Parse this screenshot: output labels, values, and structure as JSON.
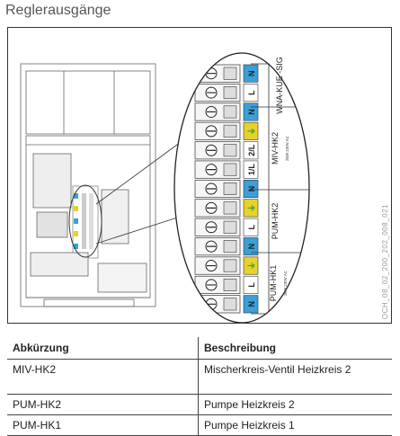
{
  "page": {
    "title": "Reglerausgänge"
  },
  "figure": {
    "code": "OCH_08_02_200_202_008_021",
    "terminal_labels": [
      "N",
      "L",
      "N",
      "⏚",
      "2/L",
      "1/L",
      "N",
      "⏚",
      "L",
      "N",
      "⏚",
      "L",
      "N"
    ],
    "group_labels": {
      "wna": "WNA-KUE -SIG",
      "miv": "MIV-HK2",
      "pum2": "PUM-HK2",
      "pum1": "PUM-HK1"
    },
    "small_labels": {
      "miv_spec": "2kW 230V AC",
      "pum1_spec": "2kW 230V AC"
    },
    "colors": {
      "N": "#3aa0d8",
      "L": "#ffffff",
      "PE": "#e6d22a",
      "earth_symbol": "#3a9a3a"
    }
  },
  "table": {
    "headers": [
      "Abkürzung",
      "Beschreibung"
    ],
    "rows": [
      [
        "MIV-HK2",
        "Mischerkreis-Ventil Heizkreis 2"
      ],
      [
        "PUM-HK2",
        "Pumpe Heizkreis 2"
      ],
      [
        "PUM-HK1",
        "Pumpe Heizkreis 1"
      ]
    ]
  }
}
